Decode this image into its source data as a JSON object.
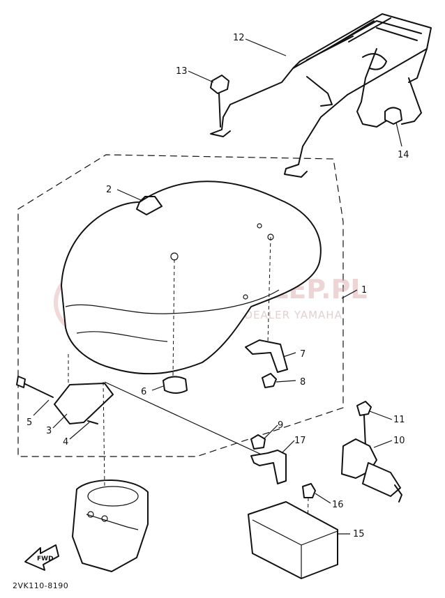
{
  "diagram": {
    "callouts": [
      {
        "id": "c1",
        "label": "1"
      },
      {
        "id": "c2",
        "label": "2"
      },
      {
        "id": "c3",
        "label": "3"
      },
      {
        "id": "c4",
        "label": "4"
      },
      {
        "id": "c5",
        "label": "5"
      },
      {
        "id": "c6",
        "label": "6"
      },
      {
        "id": "c7",
        "label": "7"
      },
      {
        "id": "c8",
        "label": "8"
      },
      {
        "id": "c9",
        "label": "9"
      },
      {
        "id": "c10",
        "label": "10"
      },
      {
        "id": "c11",
        "label": "11"
      },
      {
        "id": "c12",
        "label": "12"
      },
      {
        "id": "c13",
        "label": "13"
      },
      {
        "id": "c14",
        "label": "14"
      },
      {
        "id": "c15",
        "label": "15"
      },
      {
        "id": "c16",
        "label": "16"
      },
      {
        "id": "c17",
        "label": "17"
      }
    ],
    "drawing_code": "2VK110-8190",
    "fwd_label": "FWD",
    "watermark": {
      "title": "YAMA-SKLEP.PL",
      "subtitle": "WOJNIECHOWICZ DEALER YAMAHA"
    }
  },
  "colors": {
    "line": "#111111",
    "background": "#ffffff",
    "watermark": "#d9a4a4"
  }
}
